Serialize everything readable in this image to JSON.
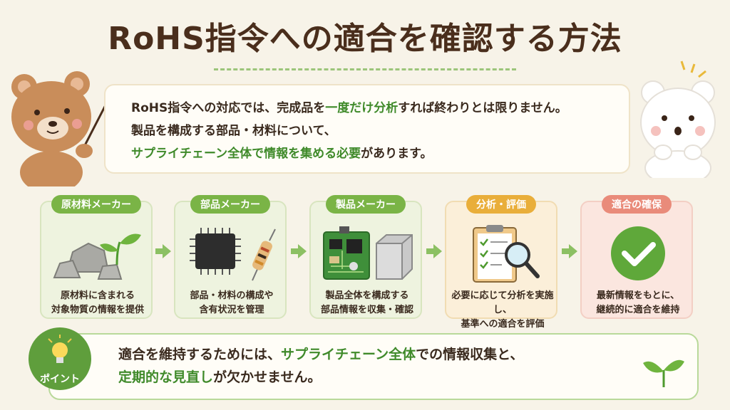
{
  "title": "RoHS指令への適合を確認する方法",
  "intro": {
    "line1": "RoHS指令への対応では、完成品を",
    "line1_highlight": "一度だけ分析",
    "line1_end": "すれば終わりとは限りません。",
    "line2": "製品を構成する部品・材料について、",
    "line3_highlight": "サプライチェーン全体で情報を集める必要",
    "line3_end": "があります。"
  },
  "steps": [
    {
      "tag": "原材料メーカー",
      "line1": "原材料に含まれる",
      "line2": "対象物質の情報を提供",
      "color": "#7ab446",
      "bg": "#eef3df",
      "border": "#d8e5bf"
    },
    {
      "tag": "部品メーカー",
      "line1": "部品・材料の構成や",
      "line2": "含有状況を管理",
      "color": "#7ab446",
      "bg": "#eef3df",
      "border": "#d8e5bf"
    },
    {
      "tag": "製品メーカー",
      "line1": "製品全体を構成する",
      "line2": "部品情報を収集・確認",
      "color": "#7ab446",
      "bg": "#eef3df",
      "border": "#d8e5bf"
    },
    {
      "tag": "分析・評価",
      "line1": "必要に応じて分析を実施し、",
      "line2": "基準への適合を評価",
      "color": "#e9ae3a",
      "bg": "#fbefd9",
      "border": "#f1dcb2"
    },
    {
      "tag": "適合の確保",
      "line1": "最新情報をもとに、",
      "line2": "継続的に適合を維持",
      "color": "#e98b7a",
      "bg": "#fbe6df",
      "border": "#f3cfc4"
    }
  ],
  "point": {
    "label": "ポイント",
    "line1_start": "適合を維持するためには、",
    "line1_highlight": "サプライチェーン全体",
    "line1_end": "での情報収集と、",
    "line2_highlight": "定期的な見直し",
    "line2_end": "が欠かせません。"
  },
  "colors": {
    "accent_green": "#3f8a2a",
    "title_brown": "#4a2e1c"
  }
}
